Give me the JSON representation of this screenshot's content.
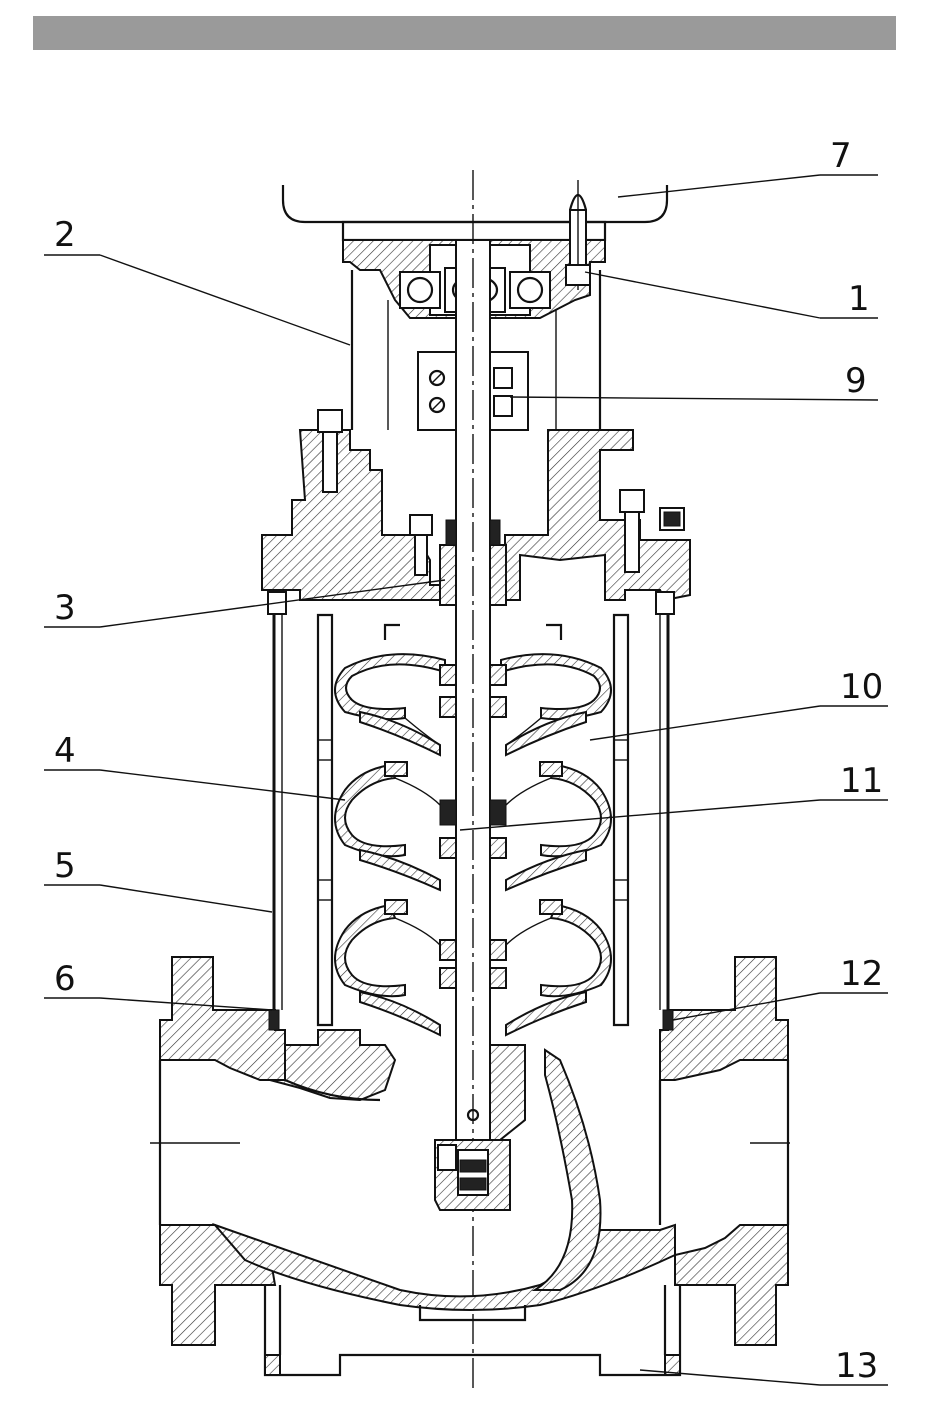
{
  "header": {
    "bar_color": "#9a9a9a"
  },
  "callouts": [
    {
      "label": "7"
    },
    {
      "label": "2"
    },
    {
      "label": "1"
    },
    {
      "label": "9"
    },
    {
      "label": "3"
    },
    {
      "label": "10"
    },
    {
      "label": "4"
    },
    {
      "label": "11"
    },
    {
      "label": "5"
    },
    {
      "label": "6"
    },
    {
      "label": "12"
    },
    {
      "label": "13"
    }
  ]
}
